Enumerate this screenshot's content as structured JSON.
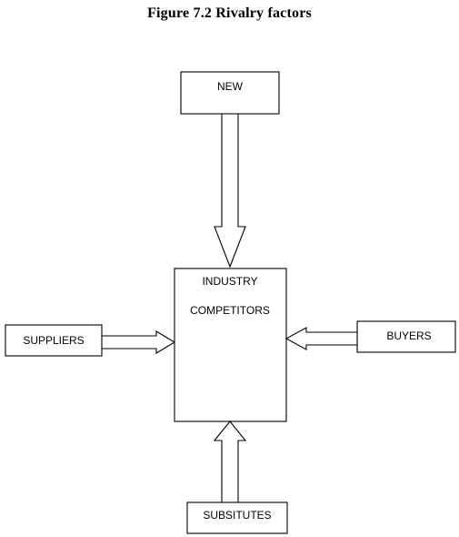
{
  "figure": {
    "title": "Figure 7.2 Rivalry factors"
  },
  "nodes": {
    "new_entrants": "NEW",
    "industry_line1": "INDUSTRY",
    "industry_line2": "COMPETITORS",
    "suppliers": "SUPPLIERS",
    "buyers": "BUYERS",
    "substitutes": "SUBSITUTES"
  },
  "colors": {
    "stroke": "#000000",
    "fill": "#ffffff"
  }
}
